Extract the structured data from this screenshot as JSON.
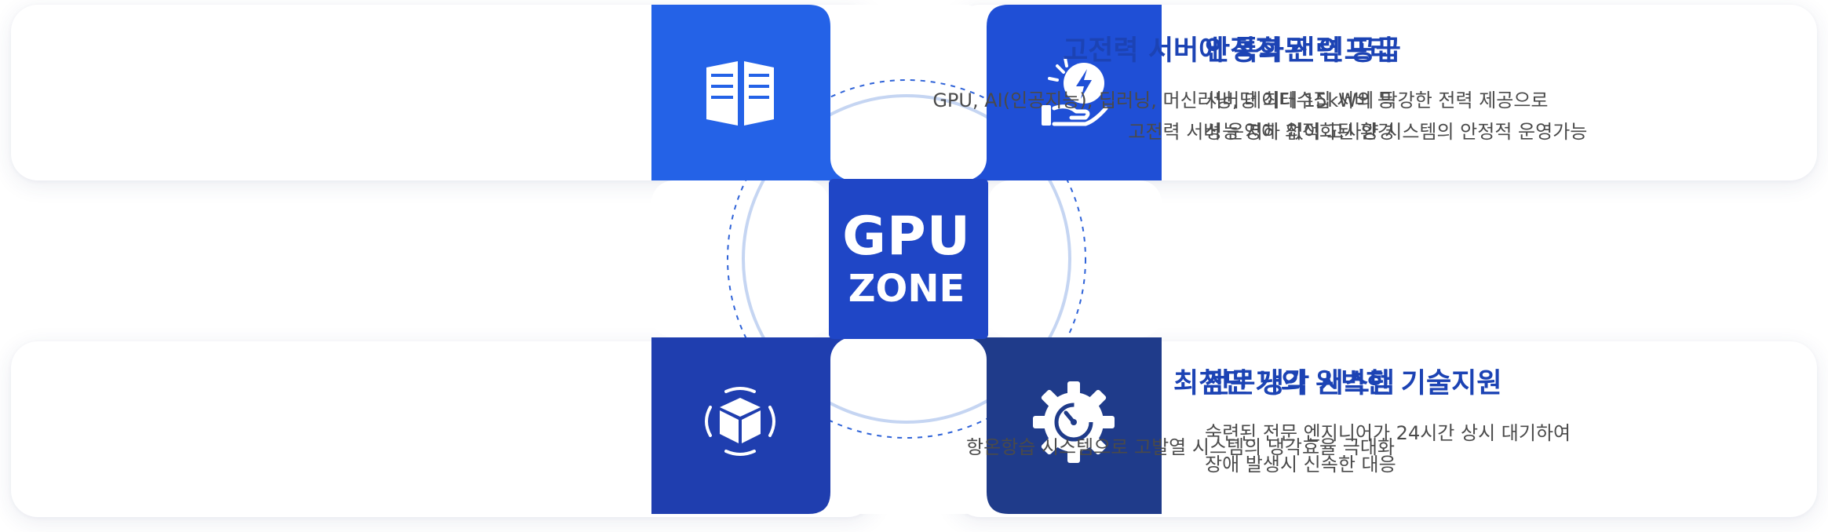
{
  "colors": {
    "tile_top_left": "#2462e7",
    "tile_top_right": "#1f4fd6",
    "tile_bottom_left": "#1f3eaf",
    "tile_bottom_right": "#1f3b8a",
    "title_text": "#1c43b4",
    "ring": "#c5d5f2",
    "dashed_ring": "#2f63d8"
  },
  "center": {
    "line1": "GPU",
    "line2": "ZONE"
  },
  "features": {
    "top_left": {
      "icon": "server-rack-icon",
      "title": "고전력 서버에 특화된 인프라",
      "desc_line1": "GPU, AI(인공지능), 딥러닝, 머신러닝, 데이터수집 서버 등",
      "desc_line2": "고전력 서버 운영에 최적화된 환경"
    },
    "top_right": {
      "icon": "power-supply-hand-icon",
      "title": "안정적 전력 공급",
      "desc_line1": "서버당 최대 15kW의 막강한 전력 제공으로",
      "desc_line2": "성능 저하 없이 고사양 시스템의 안정적 운영가능"
    },
    "bottom_left": {
      "icon": "cooling-cube-icon",
      "title": "최첨단 냉각 시스템",
      "desc_line1": "항온항습 시스템으로 고발열 시스템의 냉각효율 극대화"
    },
    "bottom_right": {
      "icon": "gear-clock-icon",
      "title": "전문가의 완벽한 기술지원",
      "desc_line1": "숙련된 전문 엔지니어가 24시간 상시 대기하여",
      "desc_line2": "장애 발생시 신속한 대응"
    }
  }
}
